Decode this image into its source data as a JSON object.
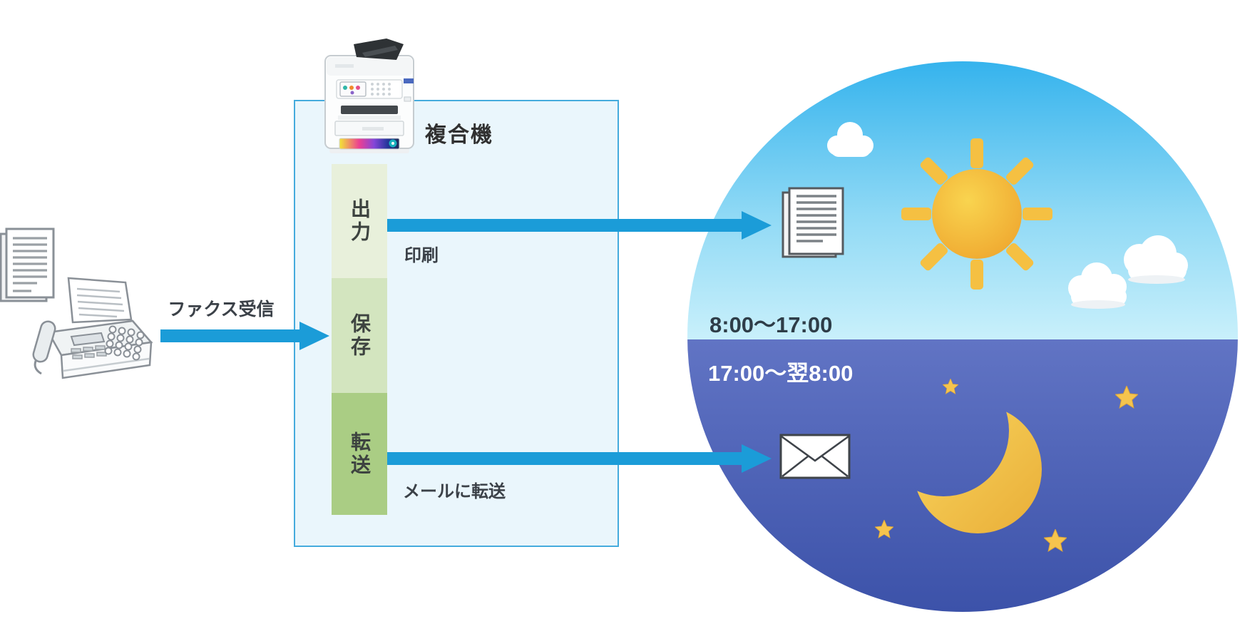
{
  "colors": {
    "arrow": "#1b9cd8",
    "box-border": "#45abdd",
    "box-fill": "#eaf6fc",
    "seg-output": "#e8f0db",
    "seg-save": "#d3e5bf",
    "seg-forward": "#aacd84",
    "day-top": "#35b3ed",
    "day-bottom": "#c9f0fb",
    "night-top": "#6174c4",
    "night-bottom": "#3c52a9",
    "gold": "#f5c44e",
    "text-dark": "#3b4148",
    "night-text": "#ffffff"
  },
  "fax": {
    "label": "ファクス受信"
  },
  "mfp": {
    "title": "複合機",
    "segments": [
      {
        "label": "出力",
        "arrow_label": "印刷"
      },
      {
        "label": "保存",
        "arrow_label": ""
      },
      {
        "label": "転送",
        "arrow_label": "メールに転送"
      }
    ]
  },
  "schedule": {
    "day_hours": "8:00〜17:00",
    "night_hours": "17:00〜翌8:00"
  },
  "icons": {
    "left": [
      "document-stack-icon",
      "fax-machine-icon"
    ],
    "device": [
      "printer-icon"
    ],
    "day": [
      "cloud-icon",
      "sun-icon",
      "clouds-icon",
      "document-icon"
    ],
    "night": [
      "envelope-icon",
      "moon-icon",
      "star-icon"
    ]
  }
}
